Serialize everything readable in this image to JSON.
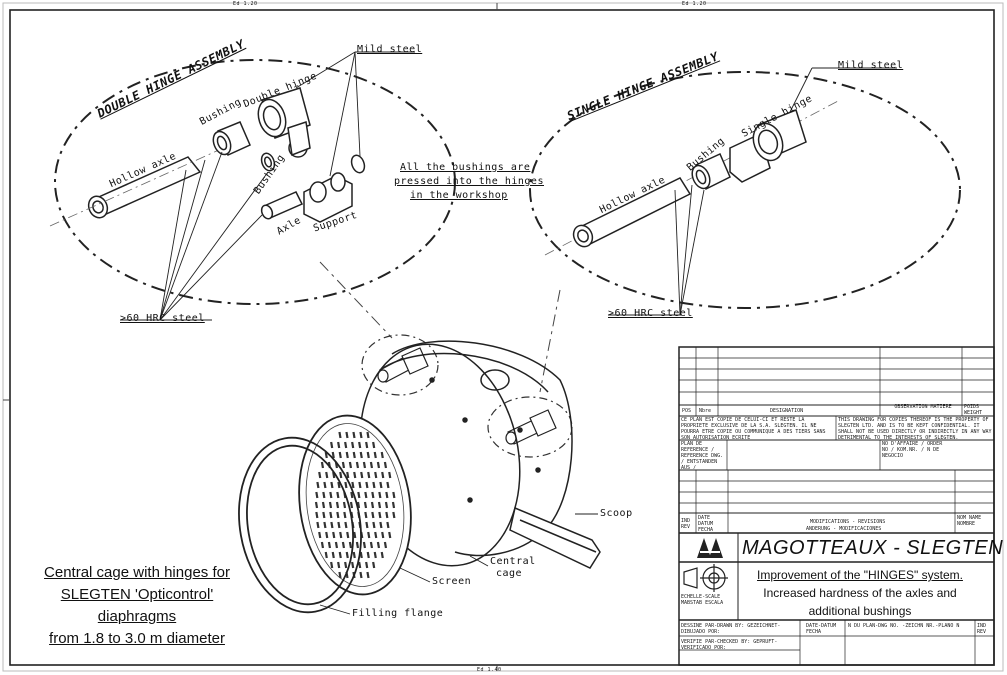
{
  "sheet": {
    "top_ref_left": "Ed 1.20",
    "top_ref_right": "Ed 1.20",
    "bottom_ref": "Ed 1.40"
  },
  "double_hinge": {
    "title": "DOUBLE HINGE ASSEMBLY",
    "mild_steel": "Mild steel",
    "bushing_top": "Bushing",
    "double_hinge": "Double hinge",
    "hollow_axle": "Hollow axle",
    "bushing_low": "Bushing",
    "axle": "Axle",
    "support": "Support",
    "hrc": ">60 HRC steel"
  },
  "note": [
    "All the bushings are",
    "pressed into the hinges",
    "in the workshop"
  ],
  "single_hinge": {
    "title": "SINGLE HINGE ASSEMBLY",
    "mild_steel": "Mild steel",
    "single_hinge": "Single hinge",
    "bushing": "Bushing",
    "hollow_axle": "Hollow axle",
    "hrc": ">60 HRC steel"
  },
  "assembly": {
    "scoop": "Scoop",
    "central_cage": [
      "Central",
      "cage"
    ],
    "screen": "Screen",
    "filling_flange": "Filling flange"
  },
  "caption": [
    "Central cage with hinges for",
    "SLEGTEN 'Opticontrol' diaphragms",
    "from 1.8 to 3.0 m diameter"
  ],
  "title_block": {
    "pos": "POS",
    "nbre": "Nbre",
    "designation": "DESIGNATION",
    "observation": "OBSERVATION MATIERE",
    "poids": "POIDS WEIGHT",
    "note_fr": "CE PLAN EST COPIE DE CELUI-CI ET RESTE LA PROPRIETE EXCLUSIVE DE LA S.A. SLEGTEN. IL NE POURRA ETRE COPIE OU COMMUNIQUE A DES TIERS SANS SON AUTORISATION ECRITE",
    "note_en": "THIS DRAWING FOR COPIES THEREOF IS THE PROPERTY OF SLEGTEN LTD. AND IS TO BE KEPT CONFIDENTIAL. IT SHALL NOT BE USED DIRECTLY OR INDIRECTLY IN ANY WAY DETRIMENTAL TO THE INTERESTS OF SLEGTEN.",
    "ref_plan": "PLAN DE REFERENCE / REFERENCE DWG. / ENTSTANDEN AUS / REFERENCIAS",
    "order_no": "NO D'AFFAIRE / ORDER NO / KOM.NR. / N DE NEGOCIO",
    "ind_rev": "IND REV",
    "date": "DATE DATUM FECHA",
    "modifications": "MODIFICATIONS - REVISIONS",
    "aenderung": "ANDERUNG - MODIFICACIONES",
    "nom": "NOM NAME NOMBRE",
    "brand": "MAGOTTEAUX - SLEGTEN",
    "title_1": "Improvement of the \"HINGES\" system.",
    "title_2": "Increased hardness of the axles and",
    "title_3": "additional bushings",
    "scale": "ECHELLE-SCALE MABSTAB ESCALA",
    "drawn_by": "DESSINE PAR-DRAWN BY: GEZEICHNET-DIBUJADO POR:",
    "checked_by": "VERIFIE PAR-CHECKED BY: GEPRUFT-VERIFICADO POR:",
    "date_block": "DATE-DATUM FECHA",
    "plan_no": "N DU PLAN-DWG NO. -ZEICHN NR.-PLANO N",
    "ind": "IND REV"
  }
}
